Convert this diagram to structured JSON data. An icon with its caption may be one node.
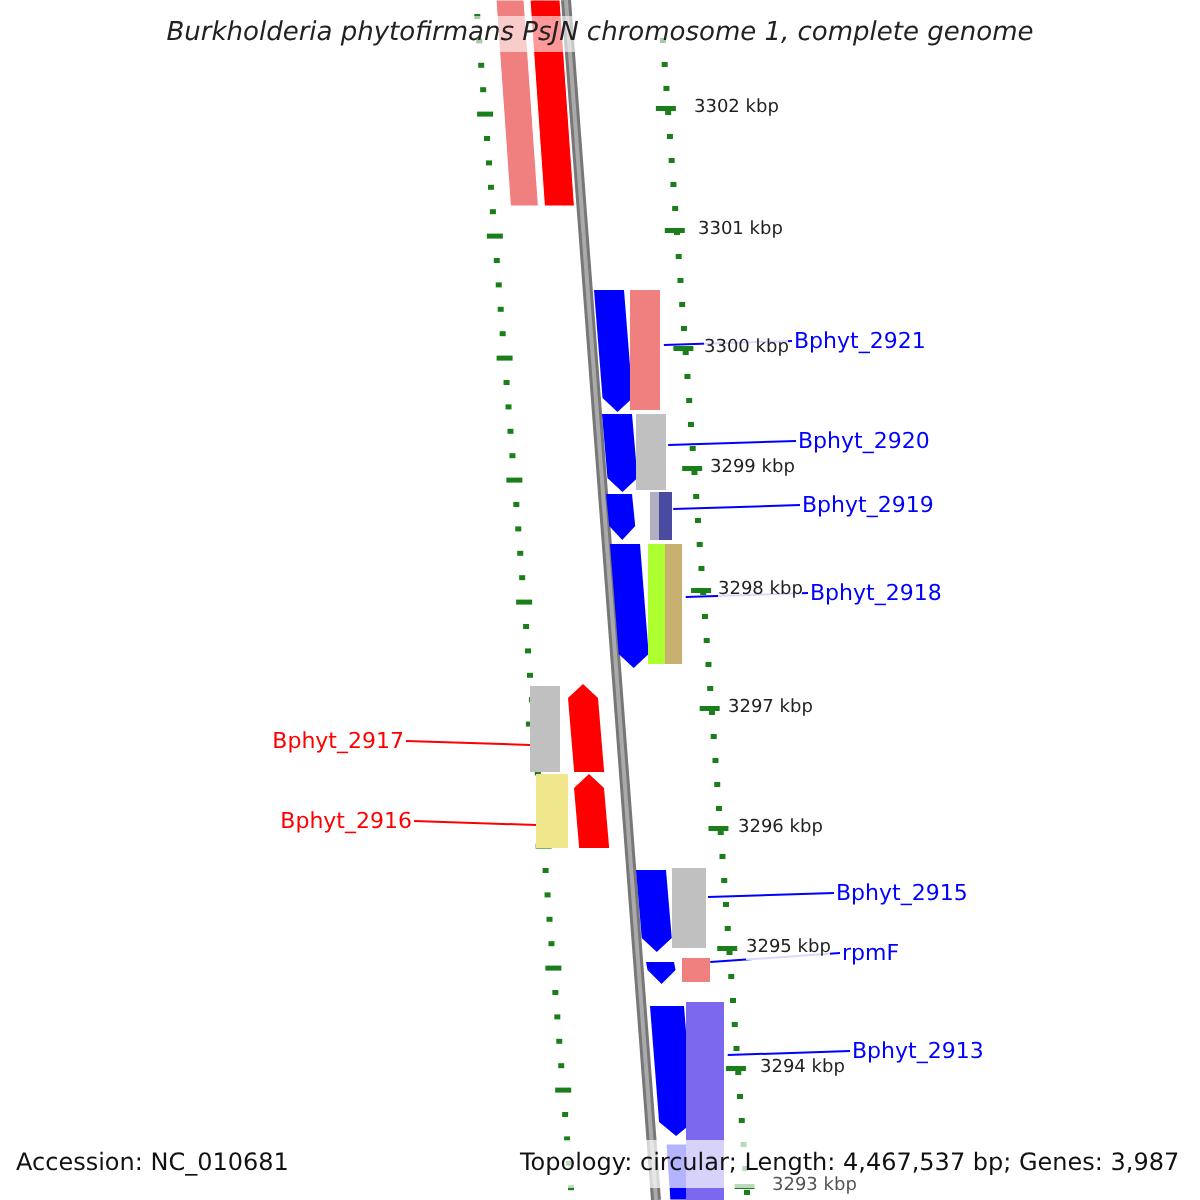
{
  "diagram": {
    "title": "Burkholderia phytofirmans PsJN chromosome 1, complete genome",
    "nodes": [
      {
        "text": [
          "Bphyt_2921"
        ]
      },
      {
        "text": [
          "Bphyt_2920"
        ]
      },
      {
        "text": [
          "Bphyt_2919"
        ]
      },
      {
        "text": [
          "Bphyt_2918"
        ]
      },
      {
        "text": [
          "Bphyt_2917"
        ]
      },
      {
        "text": [
          "Bphyt_2916"
        ]
      },
      {
        "text": [
          "Bphyt_2915"
        ]
      },
      {
        "text": [
          "rpmF"
        ]
      },
      {
        "text": [
          "Bphyt_2913"
        ]
      },
      {
        "text": [],
        "shape": "bar"
      },
      {
        "text": [],
        "shape": "bar"
      },
      {
        "text": [],
        "shape": "bar"
      },
      {
        "text": [],
        "shape": "bar"
      },
      {
        "text": [],
        "shape": "bar"
      },
      {
        "text": [],
        "shape": "bar"
      },
      {
        "text": [],
        "shape": "bar"
      },
      {
        "text": [],
        "shape": "bar"
      },
      {
        "text": [],
        "shape": "bar"
      }
    ],
    "edges": [
      {
        "from": 0,
        "to": 9,
        "arrow": "none"
      },
      {
        "from": 1,
        "to": 10,
        "arrow": "none"
      },
      {
        "from": 2,
        "to": 11,
        "arrow": "none"
      },
      {
        "from": 3,
        "to": 12,
        "arrow": "none"
      },
      {
        "from": 4,
        "to": 13,
        "arrow": "none",
        "color": "#ff0000"
      },
      {
        "from": 5,
        "to": 14,
        "arrow": "none",
        "color": "#ff0000"
      },
      {
        "from": 6,
        "to": 15,
        "arrow": "none"
      },
      {
        "from": 7,
        "to": 16,
        "arrow": "none"
      },
      {
        "from": 8,
        "to": 17,
        "arrow": "none"
      }
    ],
    "labels": [
      "3302 kbp",
      "3301 kbp",
      "3300 kbp",
      "3299 kbp",
      "3298 kbp",
      "3297 kbp",
      "3296 kbp",
      "3295 kbp",
      "3294 kbp",
      "3293 kbp",
      "Accession: NC_010681",
      "Topology: circular; Length: 4,467,537 bp; Genes: 3,987"
    ]
  }
}
